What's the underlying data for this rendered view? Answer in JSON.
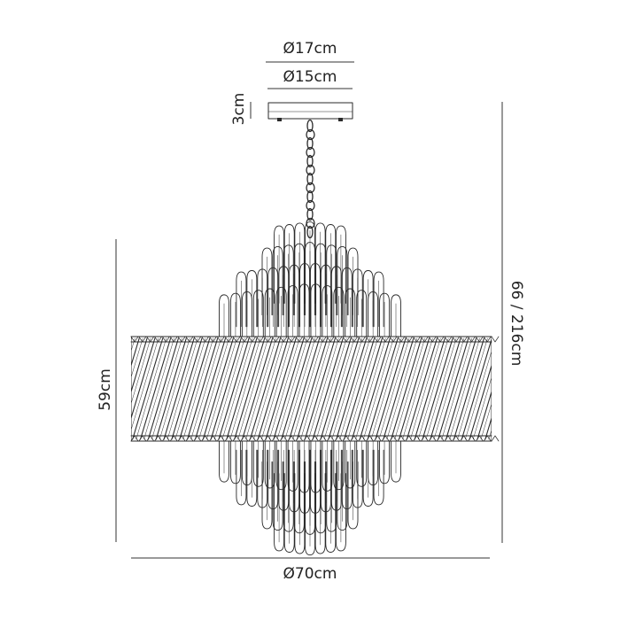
{
  "dimensions": {
    "canopy_outer": "Ø17cm",
    "canopy_inner": "Ø15cm",
    "canopy_height": "3cm",
    "body_height": "59cm",
    "overall_height": "66 / 216cm",
    "body_diameter": "Ø70cm"
  },
  "colors": {
    "ink": "#2a2a2a",
    "background": "#ffffff"
  },
  "figure": {
    "upper_fin_rows": [
      {
        "count": 7,
        "span": 0.36
      },
      {
        "count": 9,
        "span": 0.5
      },
      {
        "count": 14,
        "span": 0.8
      },
      {
        "count": 16,
        "span": 1.0
      }
    ],
    "band_slat_count": 46,
    "lower_fin_rows": [
      {
        "count": 16,
        "span": 1.0
      },
      {
        "count": 14,
        "span": 0.8
      },
      {
        "count": 9,
        "span": 0.5
      },
      {
        "count": 7,
        "span": 0.36
      }
    ]
  }
}
